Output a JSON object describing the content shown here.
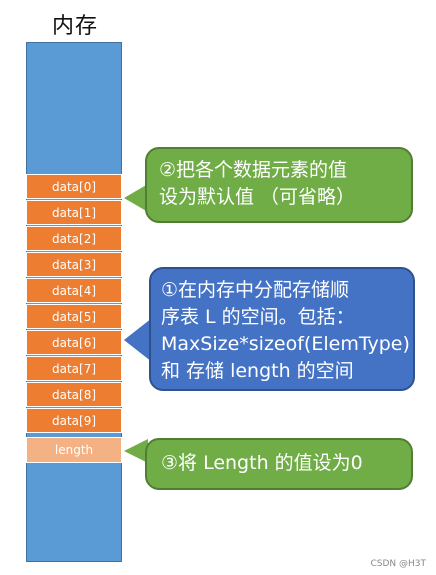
{
  "title": "内存",
  "cells": [
    "data[0]",
    "data[1]",
    "data[2]",
    "data[3]",
    "data[4]",
    "data[5]",
    "data[6]",
    "data[7]",
    "data[8]",
    "data[9]"
  ],
  "length_label": "length",
  "callouts": {
    "c2": {
      "line1": "②把各个数据元素的值",
      "line2": "设为默认值 （可省略）"
    },
    "c1": {
      "line1": "①在内存中分配存储顺",
      "line2": "序表 L 的空间。包括：",
      "line3": "MaxSize*sizeof(ElemType)",
      "line4": "和 存储 length 的空间"
    },
    "c3": {
      "line1": "③将 Length 的值设为0"
    }
  },
  "colors": {
    "memory": "#5b9bd5",
    "data_cell": "#ed7d31",
    "length_cell": "#f4b183",
    "green_callout": "#70ad47",
    "blue_callout": "#4472c4"
  },
  "footer": "CSDN @H3T"
}
